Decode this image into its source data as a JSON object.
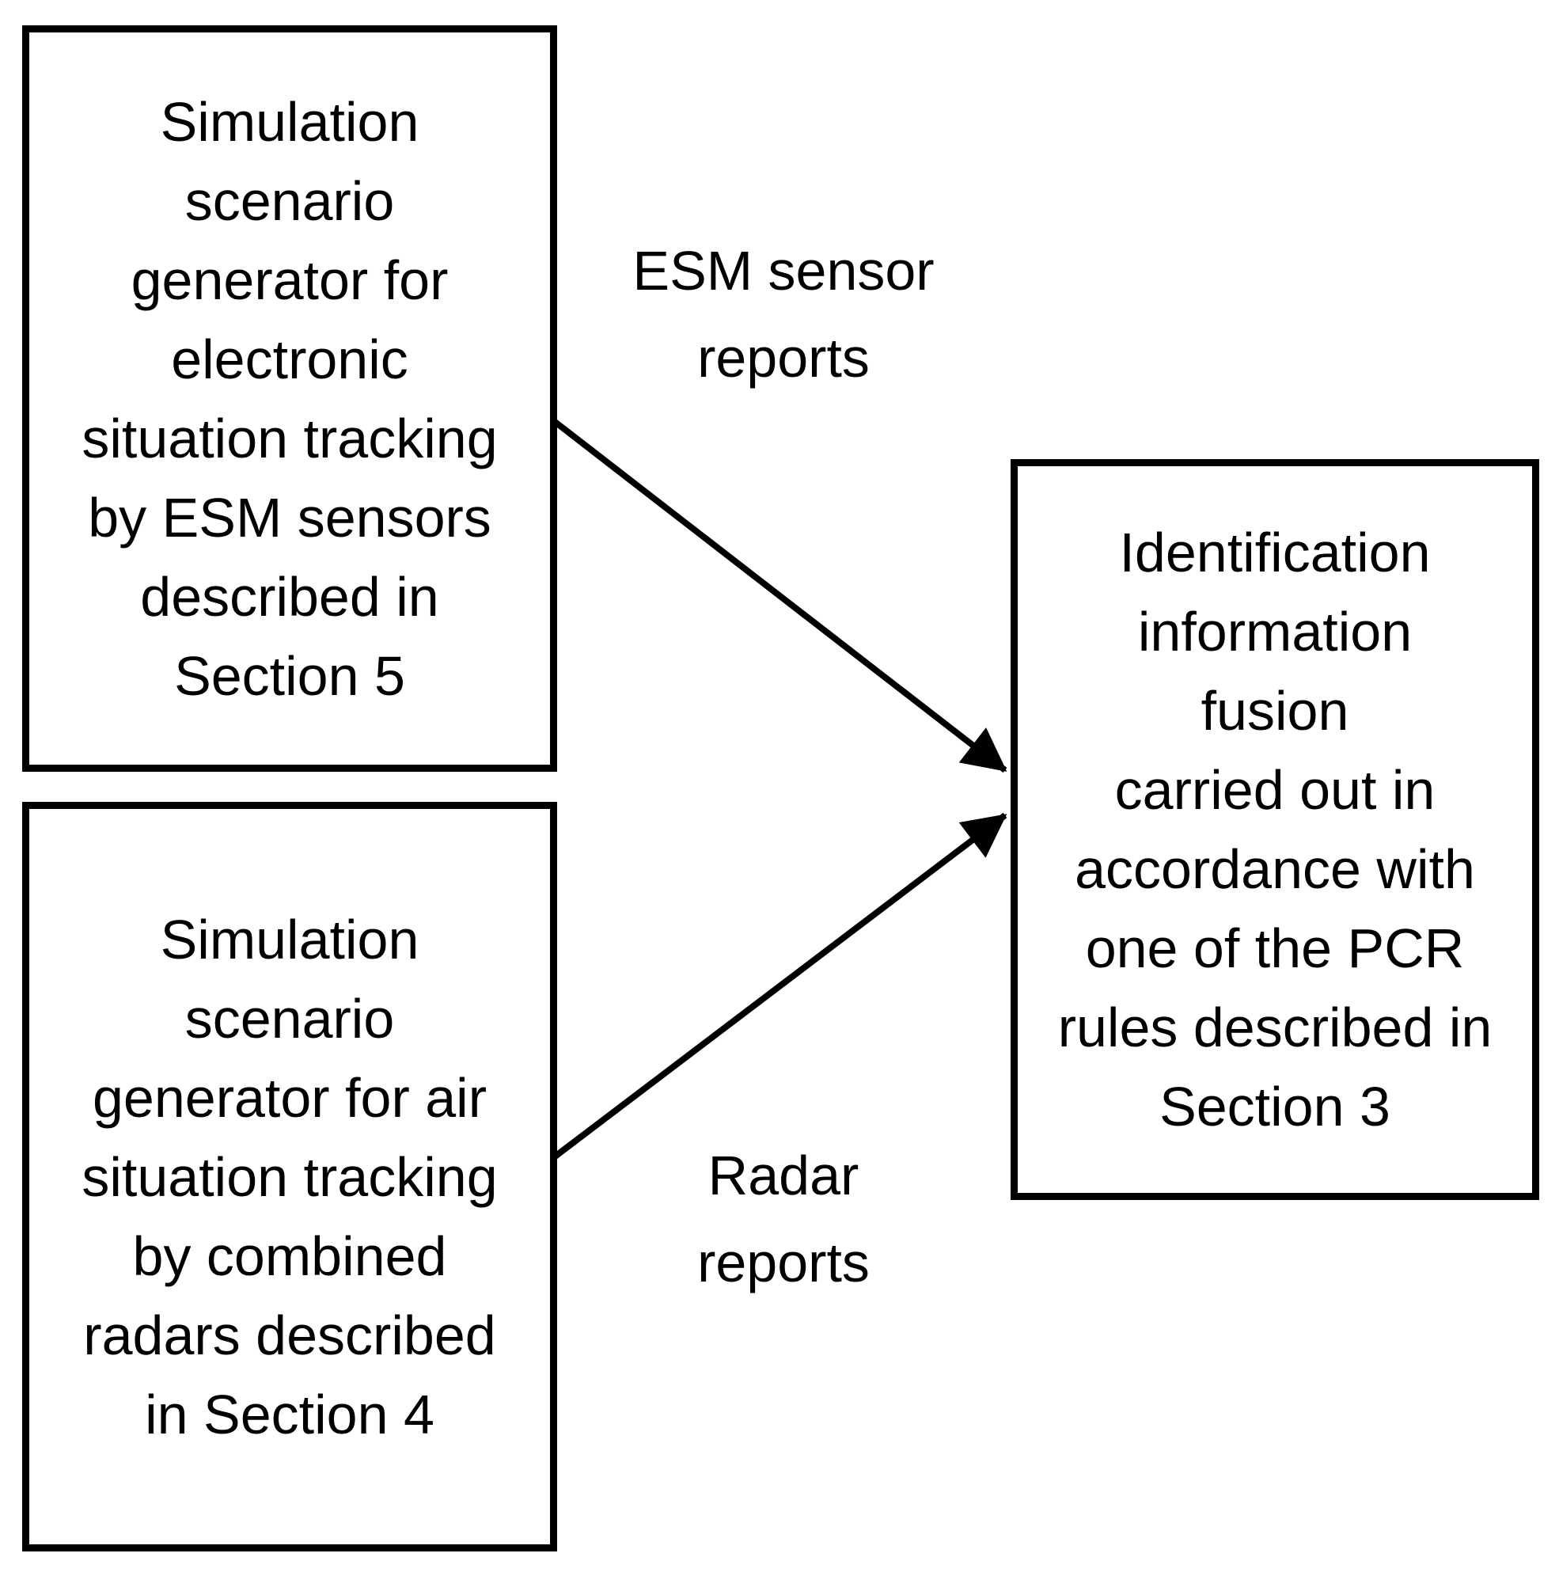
{
  "diagram": {
    "background_color": "#ffffff",
    "stroke_color": "#000000",
    "boxes": {
      "esm_generator": {
        "text": "Simulation\nscenario\ngenerator for\nelectronic\nsituation tracking\nby ESM sensors\ndescribed in\nSection 5"
      },
      "radar_generator": {
        "text": "Simulation\nscenario\ngenerator for air\nsituation tracking\nby combined\nradars described\nin Section 4"
      },
      "fusion": {
        "text": "Identification\ninformation\nfusion\ncarried out in\naccordance with\none of the PCR\nrules described in\nSection 3"
      }
    },
    "edges": {
      "esm_reports": {
        "label": "ESM sensor\nreports"
      },
      "radar_reports": {
        "label": "Radar\nreports"
      }
    }
  }
}
